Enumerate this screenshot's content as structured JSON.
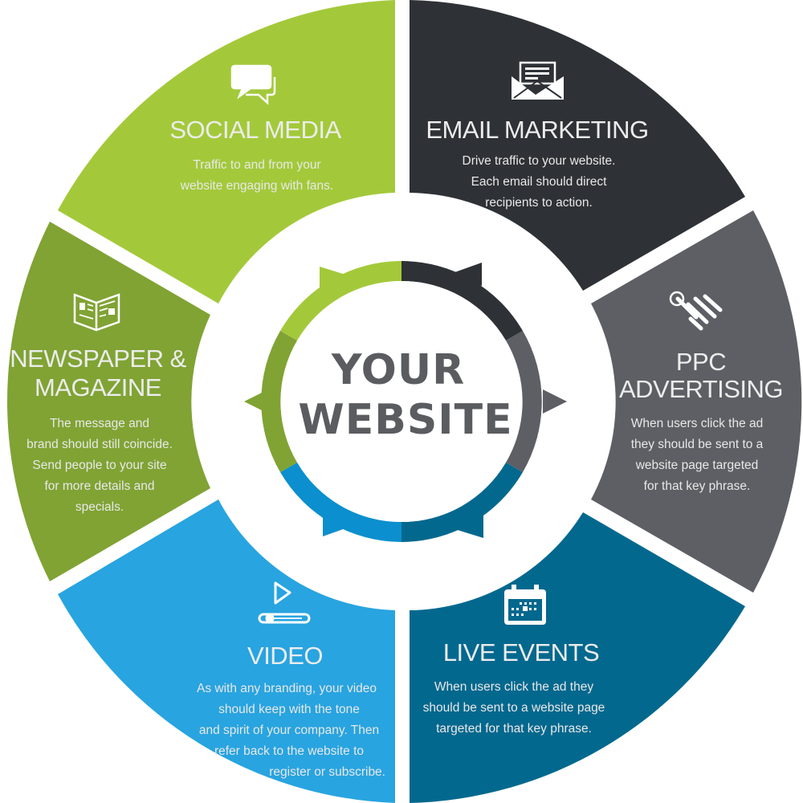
{
  "center": {
    "line1": "YOUR",
    "line2": "WEBSITE",
    "text_color": "#5a5c60"
  },
  "segments": [
    {
      "id": "social-media",
      "icon": "chat-bubbles-icon",
      "title": "SOCIAL MEDIA",
      "color": "#a3c93a",
      "body": [
        "Traffic to and from your",
        "website engaging with fans."
      ]
    },
    {
      "id": "email-marketing",
      "icon": "envelope-letter-icon",
      "title": "EMAIL MARKETING",
      "color": "#2e3135",
      "body": [
        "Drive traffic to your website.",
        "Each email should direct",
        "recipients to action."
      ]
    },
    {
      "id": "ppc-advertising",
      "icon": "click-pointer-icon",
      "title_lines": [
        "PPC",
        "ADVERTISING"
      ],
      "color": "#5d5f64",
      "body": [
        "When users click the ad",
        "they should be sent to a",
        "website page targeted",
        "for that key phrase."
      ]
    },
    {
      "id": "live-events",
      "icon": "calendar-icon",
      "title": "LIVE EVENTS",
      "color": "#03688e",
      "body": [
        "When users click the ad they",
        "should be sent to a website page",
        "targeted for that key phrase."
      ]
    },
    {
      "id": "video",
      "icon": "video-play-icon",
      "title": "VIDEO",
      "color": "#28a4e0",
      "body": [
        "As with any branding, your video",
        "should keep with the tone",
        "and spirit of your company. Then",
        "refer back to the website to",
        "register or subscribe."
      ]
    },
    {
      "id": "newspaper-magazine",
      "icon": "newspaper-icon",
      "title_lines": [
        "NEWSPAPER &",
        "MAGAZINE"
      ],
      "color": "#80a334",
      "body": [
        "The message and",
        "brand should still coincide.",
        "Send people to your site",
        "for more details and",
        "specials."
      ]
    }
  ],
  "inner_ring_colors": {
    "top_left": "#a3c93a",
    "top_right": "#2e3135",
    "right": "#5d5f64",
    "bottom_right": "#03688e",
    "bottom_left": "#0b8fce",
    "left": "#80a334"
  }
}
